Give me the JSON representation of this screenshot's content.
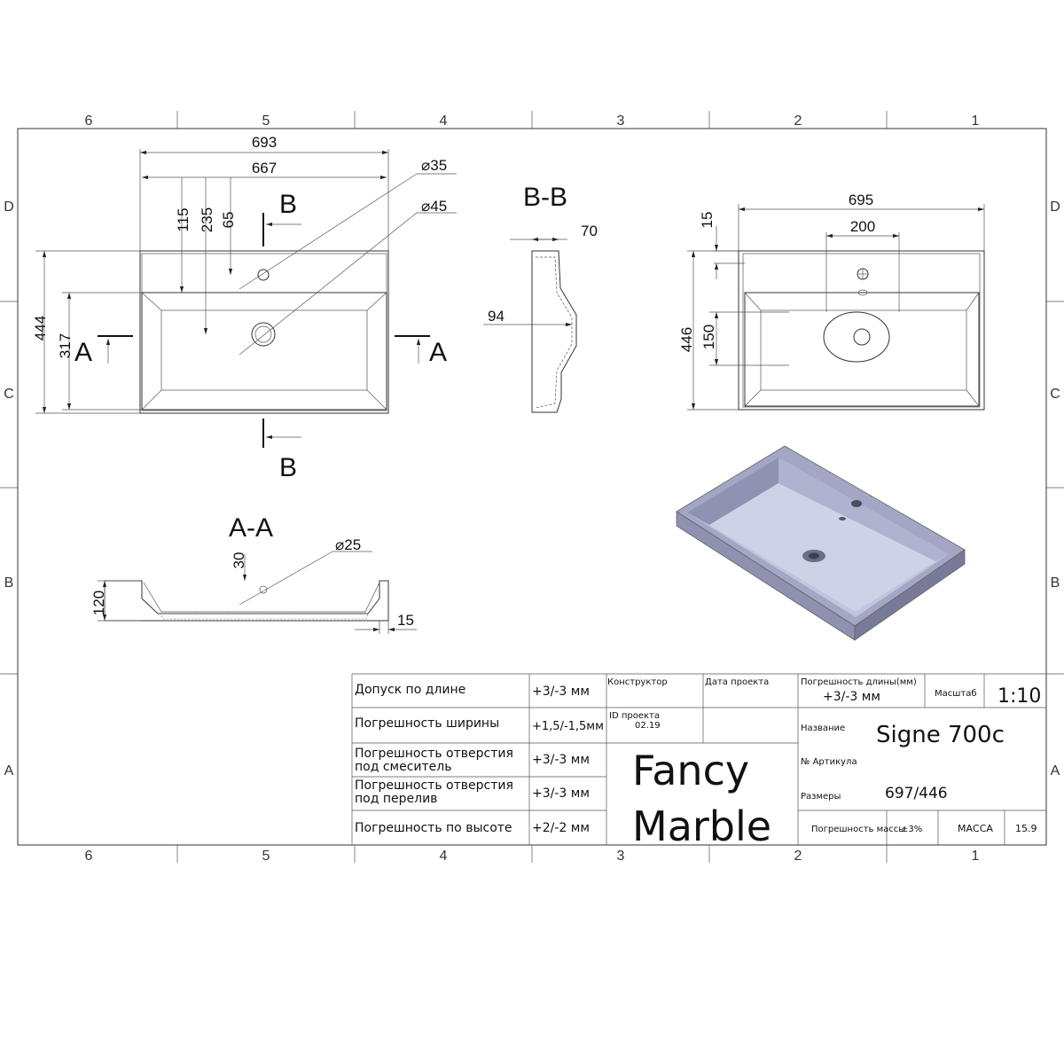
{
  "rulers": {
    "columns": [
      "6",
      "5",
      "4",
      "3",
      "2",
      "1"
    ],
    "rows": [
      "D",
      "C",
      "B",
      "A"
    ]
  },
  "top_view": {
    "dims": {
      "outer_width": "693",
      "inner_width": "667",
      "d115": "115",
      "d235": "235",
      "d65": "65",
      "height": "444",
      "basin_height": "317",
      "hole1": "⌀35",
      "hole2": "⌀45"
    },
    "section_marks": {
      "b": "B",
      "a": "A"
    }
  },
  "section_bb": {
    "title": "B-B",
    "d70": "70",
    "d94": "94"
  },
  "right_view": {
    "d695": "695",
    "d200": "200",
    "d15": "15",
    "d150": "150",
    "d446": "446"
  },
  "section_aa": {
    "title": "A-A",
    "d25": "⌀25",
    "d30": "30",
    "d120": "120",
    "d15": "15"
  },
  "render": {
    "color": "#a3a6c4"
  },
  "title_block": {
    "rows": [
      {
        "label": "Допуск по длине",
        "value": "+3/-3 мм"
      },
      {
        "label": "Погрешность ширины",
        "value": "+1,5/-1,5мм"
      },
      {
        "label": "Погрешность отверстия под смеситель",
        "value": "+3/-3 мм"
      },
      {
        "label": "Погрешность отверстия под перелив",
        "value": "+3/-3 мм"
      },
      {
        "label": "Погрешность по высоте",
        "value": "+2/-2 мм"
      }
    ],
    "designer_label": "Конструктор",
    "date_label": "Дата проекта",
    "project_id_label": "ID проекта",
    "project_id": "02.19",
    "brand_line1": "Fancy",
    "brand_line2": "Marble",
    "length_tol_label": "Погрешность длины(мм)",
    "length_tol": "+3/-3 мм",
    "scale_label": "Масштаб",
    "scale": "1:10",
    "name_label": "Название",
    "name": "Signe 700c",
    "article_label": "№ Артикула",
    "size_label": "Размеры",
    "size": "697/446",
    "mass_tol_label": "Погрешность массы",
    "mass_tol": "±3%",
    "mass_label": "МАССА",
    "mass": "15.9"
  }
}
